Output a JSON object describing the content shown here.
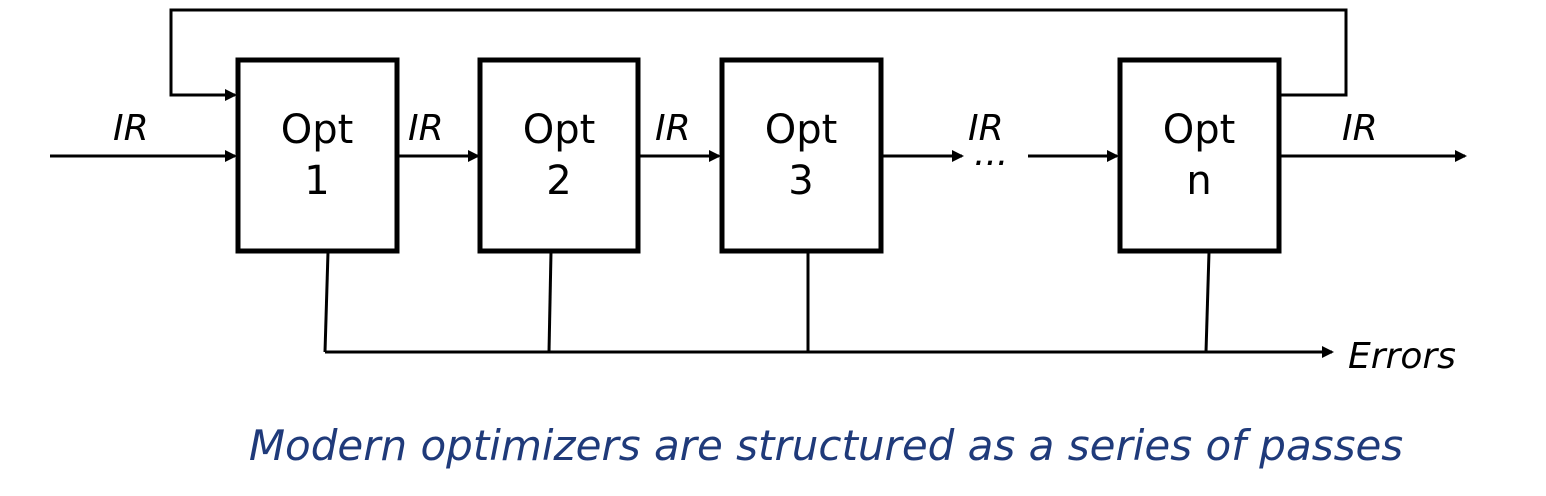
{
  "nodes": [
    {
      "id": "opt-1",
      "line1": "Opt",
      "line2": "1"
    },
    {
      "id": "opt-2",
      "line1": "Opt",
      "line2": "2"
    },
    {
      "id": "opt-3",
      "line1": "Opt",
      "line2": "3"
    },
    {
      "id": "opt-n",
      "line1": "Opt",
      "line2": "n"
    }
  ],
  "edge_labels": {
    "input": "IR",
    "opt1_to_opt2": "IR",
    "opt2_to_opt3": "IR",
    "opt3_to_ellipsis": "IR",
    "ellipsis": "...",
    "output": "IR",
    "errors": "Errors"
  },
  "caption": "Modern optimizers are structured as a series of passes",
  "colors": {
    "caption": "#1f3a7a",
    "lines": "#000000"
  }
}
